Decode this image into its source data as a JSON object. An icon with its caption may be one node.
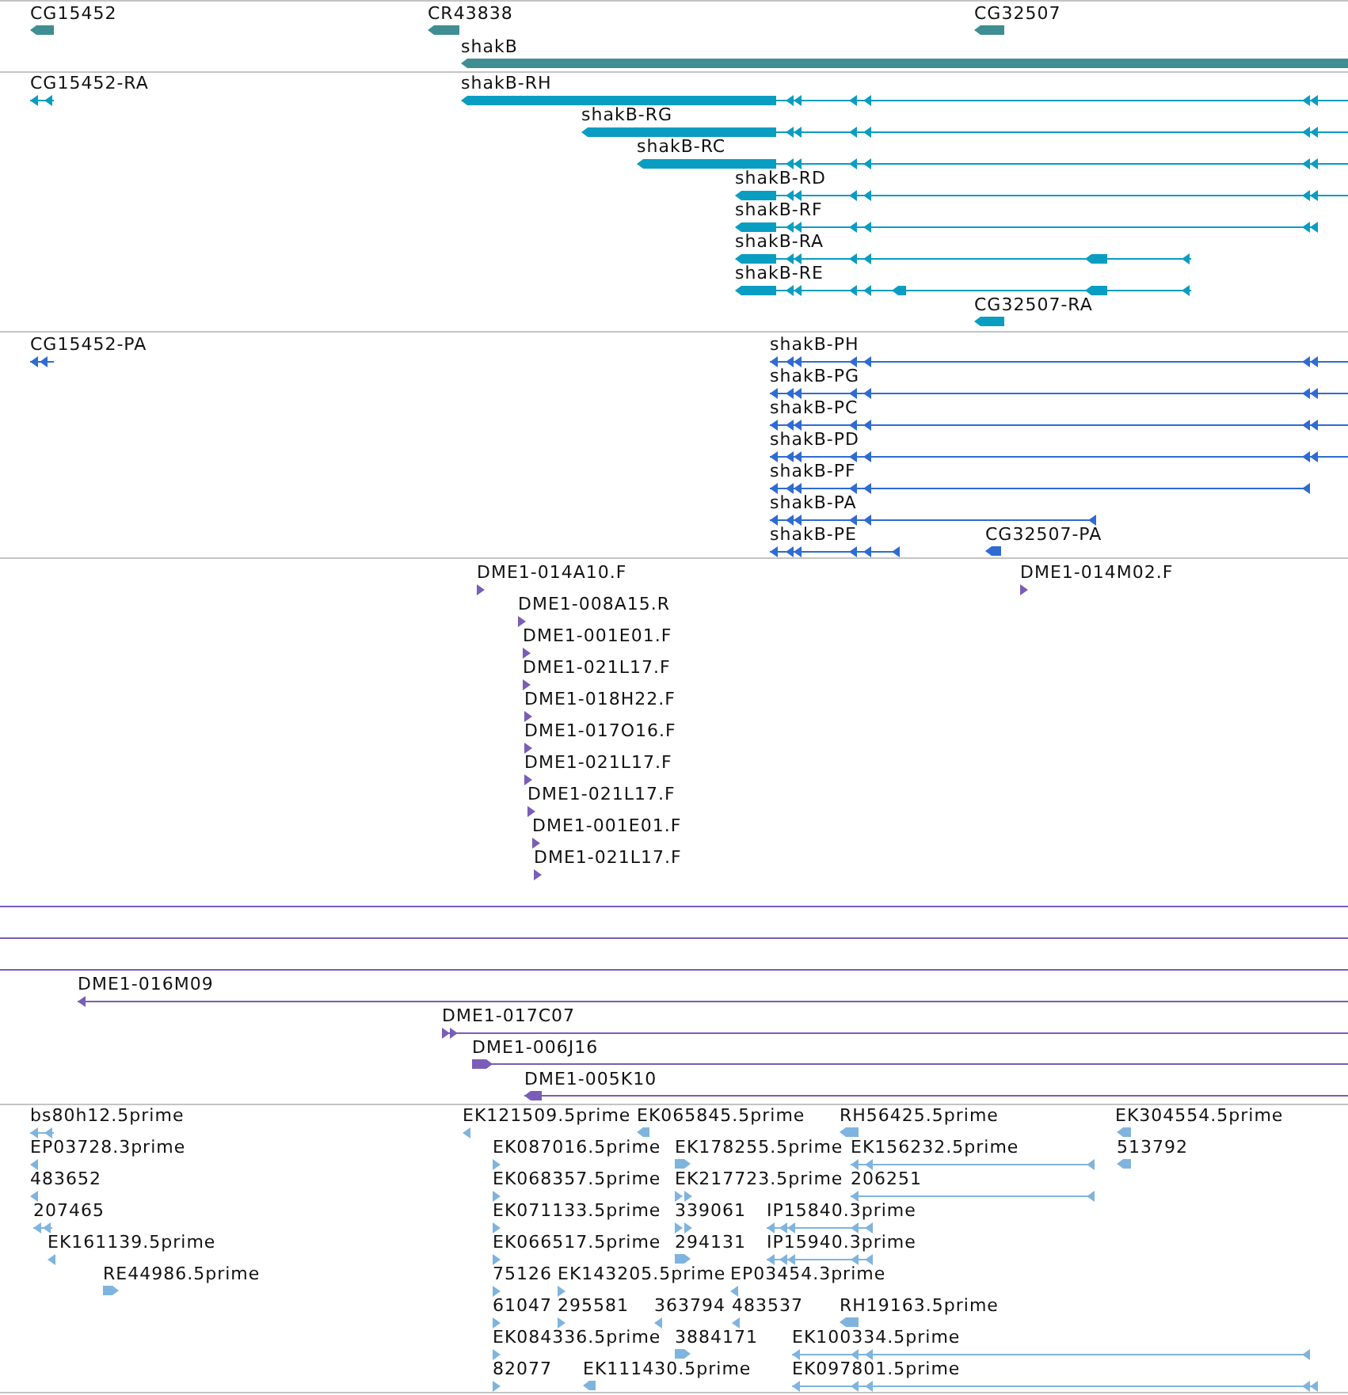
{
  "diagram": {
    "nodes": [
      {
        "text": [
          "CG15452"
        ]
      },
      {
        "text": [
          "CR43838"
        ]
      },
      {
        "text": [
          "CG32507"
        ]
      },
      {
        "text": [
          "shakB"
        ]
      },
      {
        "text": [
          "CG15452-RA"
        ]
      },
      {
        "text": [
          "shakB-RH"
        ]
      },
      {
        "text": [
          "shakB-RG"
        ]
      },
      {
        "text": [
          "shakB-RC"
        ]
      },
      {
        "text": [
          "shakB-RD"
        ]
      },
      {
        "text": [
          "shakB-RF"
        ]
      },
      {
        "text": [
          "shakB-RA"
        ]
      },
      {
        "text": [
          "shakB-RE"
        ]
      },
      {
        "text": [
          "CG32507-RA"
        ]
      },
      {
        "text": [
          "CG15452-PA"
        ]
      },
      {
        "text": [
          "shakB-PH"
        ]
      },
      {
        "text": [
          "shakB-PG"
        ]
      },
      {
        "text": [
          "shakB-PC"
        ]
      },
      {
        "text": [
          "shakB-PD"
        ]
      },
      {
        "text": [
          "shakB-PF"
        ]
      },
      {
        "text": [
          "shakB-PA"
        ]
      },
      {
        "text": [
          "shakB-PE"
        ]
      },
      {
        "text": [
          "CG32507-PA"
        ]
      },
      {
        "text": [
          "DME1-014A10.F"
        ]
      },
      {
        "text": [
          "DME1-014M02.F"
        ]
      },
      {
        "text": [
          "DME1-008A15.R"
        ]
      },
      {
        "text": [
          "DME1-001E01.F"
        ]
      },
      {
        "text": [
          "DME1-021L17.F"
        ]
      },
      {
        "text": [
          "DME1-018H22.F"
        ]
      },
      {
        "text": [
          "DME1-017O16.F"
        ]
      },
      {
        "text": [
          "DME1-021L17.F"
        ]
      },
      {
        "text": [
          "DME1-021L17.F"
        ]
      },
      {
        "text": [
          "DME1-001E01.F"
        ]
      },
      {
        "text": [
          "DME1-021L17.F"
        ]
      },
      {
        "text": [],
        "shape": "line"
      },
      {
        "text": [],
        "shape": "line"
      },
      {
        "text": [],
        "shape": "line"
      },
      {
        "text": [
          "DME1-016M09"
        ]
      },
      {
        "text": [
          "DME1-017C07"
        ]
      },
      {
        "text": [
          "DME1-006J16"
        ]
      },
      {
        "text": [
          "DME1-005K10"
        ]
      },
      {
        "text": [
          "bs80h12.5prime"
        ]
      },
      {
        "text": [
          "EK121509.5prime"
        ]
      },
      {
        "text": [
          "EK065845.5prime"
        ]
      },
      {
        "text": [
          "RH56425.5prime"
        ]
      },
      {
        "text": [
          "EK304554.5prime"
        ]
      },
      {
        "text": [
          "EP03728.3prime"
        ]
      },
      {
        "text": [
          "EK087016.5prime"
        ]
      },
      {
        "text": [
          "EK178255.5prime"
        ]
      },
      {
        "text": [
          "EK156232.5prime"
        ]
      },
      {
        "text": [
          "513792"
        ]
      },
      {
        "text": [
          "483652"
        ]
      },
      {
        "text": [
          "EK068357.5prime"
        ]
      },
      {
        "text": [
          "EK217723.5prime"
        ]
      },
      {
        "text": [
          "206251"
        ]
      },
      {
        "text": [
          "207465"
        ]
      },
      {
        "text": [
          "EK071133.5prime"
        ]
      },
      {
        "text": [
          "339061"
        ]
      },
      {
        "text": [
          "IP15840.3prime"
        ]
      },
      {
        "text": [
          "EK161139.5prime"
        ]
      },
      {
        "text": [
          "EK066517.5prime"
        ]
      },
      {
        "text": [
          "294131"
        ]
      },
      {
        "text": [
          "IP15940.3prime"
        ]
      },
      {
        "text": [
          "RE44986.5prime"
        ]
      },
      {
        "text": [
          "75126"
        ]
      },
      {
        "text": [
          "EK143205.5prime"
        ]
      },
      {
        "text": [
          "EP03454.3prime"
        ]
      },
      {
        "text": [
          "61047"
        ]
      },
      {
        "text": [
          "295581"
        ]
      },
      {
        "text": [
          "363794"
        ]
      },
      {
        "text": [
          "483537"
        ]
      },
      {
        "text": [
          "RH19163.5prime"
        ]
      },
      {
        "text": [
          "EK084336.5prime"
        ]
      },
      {
        "text": [
          "3884171"
        ]
      },
      {
        "text": [
          "EK100334.5prime"
        ]
      },
      {
        "text": [
          "82077"
        ]
      },
      {
        "text": [
          "EK111430.5prime"
        ]
      },
      {
        "text": [
          "EK097801.5prime"
        ]
      }
    ]
  }
}
